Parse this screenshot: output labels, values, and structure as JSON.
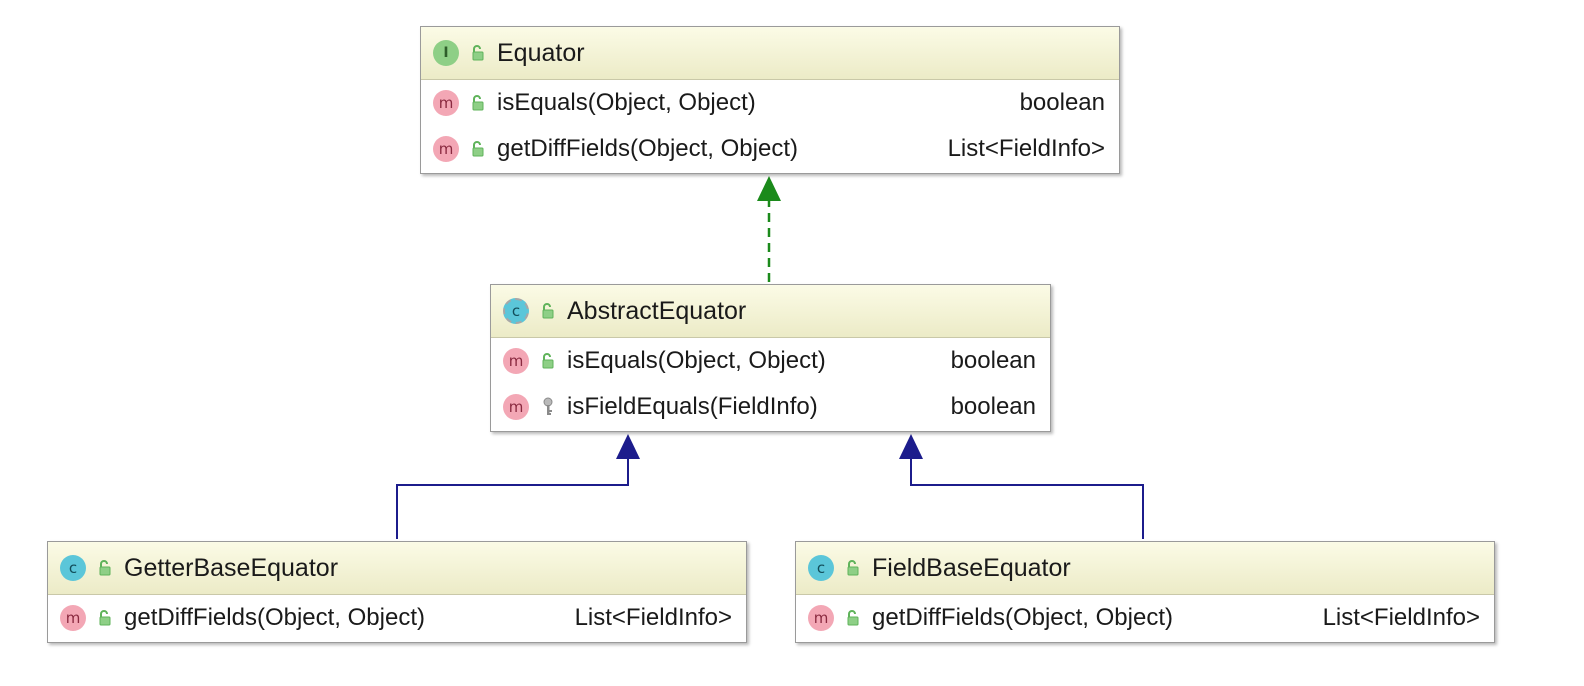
{
  "icons": {
    "interface": "I",
    "class": "c",
    "method": "m",
    "public": "unlocked-padlock-icon",
    "protected": "key-icon"
  },
  "colors": {
    "realization": "#1b8a1b",
    "inheritance": "#1c1c8c",
    "header_top": "#fbfbe6",
    "header_bottom": "#ecebc7",
    "method_icon": "#f3a7b5",
    "class_icon": "#5bc6d9",
    "interface_icon": "#8ecf86"
  },
  "equator": {
    "name": "Equator",
    "methods": [
      {
        "signature": "isEquals(Object, Object)",
        "type": "boolean"
      },
      {
        "signature": "getDiffFields(Object, Object)",
        "type": "List<FieldInfo>"
      }
    ]
  },
  "abstract_equator": {
    "name": "AbstractEquator",
    "methods": [
      {
        "signature": "isEquals(Object, Object)",
        "type": "boolean"
      },
      {
        "signature": "isFieldEquals(FieldInfo)",
        "type": "boolean"
      }
    ]
  },
  "getter_base_equator": {
    "name": "GetterBaseEquator",
    "methods": [
      {
        "signature": "getDiffFields(Object, Object)",
        "type": "List<FieldInfo>"
      }
    ]
  },
  "field_base_equator": {
    "name": "FieldBaseEquator",
    "methods": [
      {
        "signature": "getDiffFields(Object, Object)",
        "type": "List<FieldInfo>"
      }
    ]
  }
}
